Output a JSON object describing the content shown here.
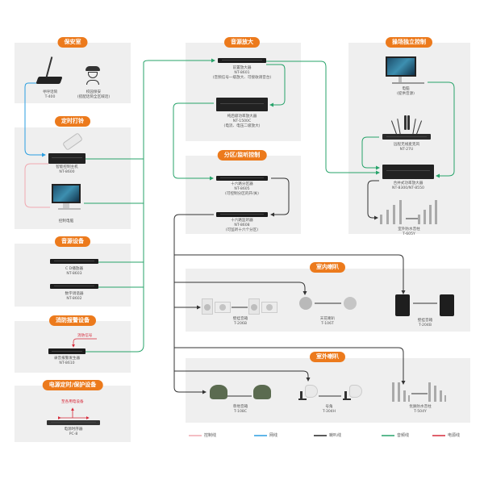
{
  "sections": {
    "security": {
      "title": "保安室"
    },
    "timer_bell": {
      "title": "定时打铃"
    },
    "audio_source": {
      "title": "音源设备"
    },
    "fire_alarm": {
      "title": "消防报警设备"
    },
    "power": {
      "title": "电源定时/保护设备"
    },
    "amplification": {
      "title": "音源放大"
    },
    "zone_control": {
      "title": "分区/监听控制"
    },
    "venue_control": {
      "title": "操场独立控制"
    },
    "indoor_speakers": {
      "title": "室内喇叭"
    },
    "outdoor_speakers": {
      "title": "室外喇叭"
    }
  },
  "devices": {
    "paging_mic": {
      "name": "寻呼话筒",
      "model": "T-400"
    },
    "guard": {
      "name": "校园保安",
      "note": "(搭配话筒全区喊话)"
    },
    "smart_host": {
      "name": "智能控制主机",
      "model": "NT-8600"
    },
    "control_pc": {
      "name": "控制电脑"
    },
    "cd_player": {
      "name": "C D播放器",
      "model": "NT-8603"
    },
    "tuner": {
      "name": "数字调谐器",
      "model": "NT-8602"
    },
    "fire_signal": "消防信号",
    "alarm_generator": {
      "name": "录音报警发生器",
      "model": "NT-8610"
    },
    "power_note": "至各用电设备",
    "power_sequencer": {
      "name": "电源时序器",
      "model": "PC-8"
    },
    "preamp": {
      "name": "前置放大器",
      "model": "NT-8601",
      "note": "(音频信号一级放大、可接收调音台)"
    },
    "power_amp": {
      "name": "纯后级功率放大器",
      "model": "NT-1500C",
      "note": "(电流、电压二级放大)"
    },
    "zone_selector": {
      "name": "十六路分区器",
      "model": "NT-8605",
      "note": "(可控制分区的开/关)"
    },
    "monitor": {
      "name": "十六路监听器",
      "model": "NT-8608",
      "note": "(可监听十六个分区)"
    },
    "pc": {
      "name": "电脑",
      "note": "(提供音源)"
    },
    "wireless_mic": {
      "name": "远程无线麦克风",
      "model": "NT-27U"
    },
    "mixer_amp": {
      "name": "合并式功率放大器",
      "model": "NT-8300/NT-8550"
    },
    "outdoor_column_605": {
      "name": "室外防水音柱",
      "model": "T-605Y"
    },
    "wall_speaker_206": {
      "name": "壁挂音箱",
      "model": "T-206B"
    },
    "ceiling_speaker": {
      "name": "天花喇叭",
      "model": "T-106T"
    },
    "wall_speaker_204": {
      "name": "壁挂音箱",
      "model": "T-204B"
    },
    "lawn_speaker": {
      "name": "草地音箱",
      "model": "T-108C"
    },
    "horn": {
      "name": "号角",
      "model": "T-304H"
    },
    "column_504": {
      "name": "优质防水音柱",
      "model": "T-504Y"
    }
  },
  "legend": [
    {
      "label": "控制线",
      "color": "#f0a8b0"
    },
    {
      "label": "网线",
      "color": "#2a9ee0"
    },
    {
      "label": "喇叭线",
      "color": "#222222"
    },
    {
      "label": "音频线",
      "color": "#27a36a"
    },
    {
      "label": "电源线",
      "color": "#d62a3a"
    }
  ]
}
